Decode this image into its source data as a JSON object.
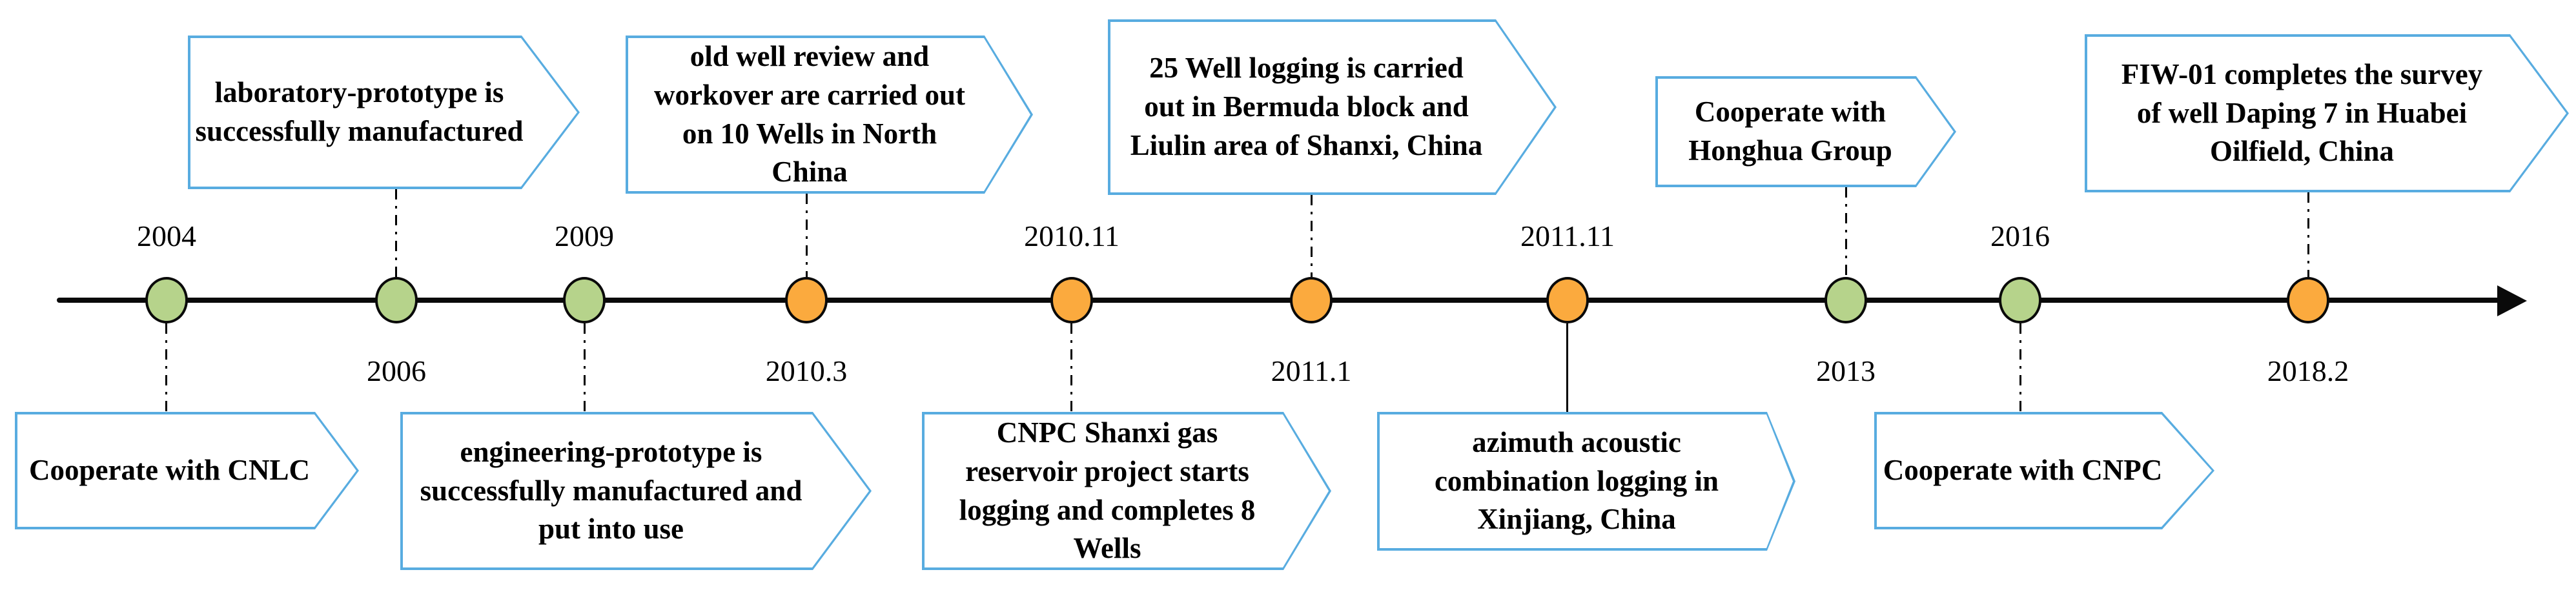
{
  "diagram": {
    "type": "timeline",
    "direction": "left-to-right",
    "colors": {
      "axis": "#0a0a0a",
      "milestone_green": "#b6d38b",
      "milestone_orange": "#fbaa3e",
      "callout_border": "#58ace0",
      "callout_fill": "#ffffff",
      "text": "#000000"
    }
  },
  "timeline": {
    "events": [
      {
        "year": "2004",
        "dot_color": "green",
        "year_side": "above",
        "callout_side": "below",
        "lines": [
          "Cooperate with CNLC"
        ]
      },
      {
        "year": "2006",
        "dot_color": "green",
        "year_side": "below",
        "callout_side": "above",
        "lines": [
          "laboratory-prototype is",
          "successfully manufactured"
        ]
      },
      {
        "year": "2009",
        "dot_color": "green",
        "year_side": "above",
        "callout_side": "below",
        "lines": [
          "engineering-prototype is",
          "successfully manufactured  and",
          "put into use"
        ]
      },
      {
        "year": "2010.3",
        "dot_color": "orange",
        "year_side": "below",
        "callout_side": "above",
        "lines": [
          "old well review and",
          "workover are carried out",
          "on 10 Wells in North",
          "China"
        ]
      },
      {
        "year": "2010.11",
        "dot_color": "orange",
        "year_side": "above",
        "callout_side": "below",
        "lines": [
          "CNPC Shanxi gas",
          "reservoir project starts",
          "logging and completes 8",
          "Wells"
        ]
      },
      {
        "year": "2011.1",
        "dot_color": "orange",
        "year_side": "below",
        "callout_side": "above",
        "lines": [
          "25 Well logging is carried",
          "out in Bermuda block and",
          "Liulin area of Shanxi, China"
        ]
      },
      {
        "year": "2011.11",
        "dot_color": "orange",
        "year_side": "above",
        "callout_side": "below",
        "lines": [
          "azimuth acoustic",
          "combination logging in",
          "Xinjiang, China"
        ]
      },
      {
        "year": "2013",
        "dot_color": "green",
        "year_side": "below",
        "callout_side": "above",
        "lines": [
          "Cooperate with",
          "Honghua Group"
        ]
      },
      {
        "year": "2016",
        "dot_color": "green",
        "year_side": "above",
        "callout_side": "below",
        "lines": [
          "Cooperate with CNPC"
        ]
      },
      {
        "year": "2018.2",
        "dot_color": "orange",
        "year_side": "below",
        "callout_side": "above",
        "lines": [
          "FIW-01 completes the survey",
          "of well Daping 7 in Huabei",
          "Oilfield, China"
        ]
      }
    ]
  }
}
